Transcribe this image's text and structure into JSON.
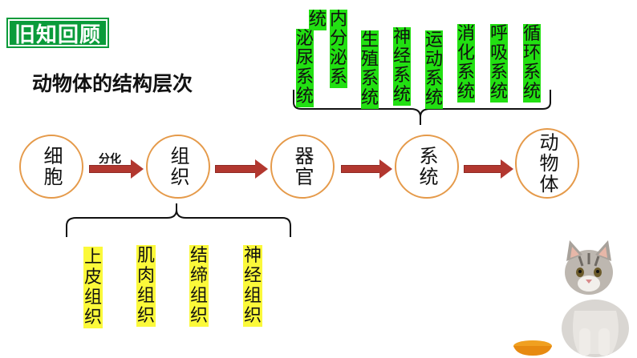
{
  "header": {
    "badge": "旧知回顾",
    "subtitle": "动物体的结构层次"
  },
  "flow": {
    "nodes": [
      "细胞",
      "组织",
      "器官",
      "系统",
      "动物体"
    ],
    "arrow_label": "分化"
  },
  "systems": {
    "items": [
      {
        "id": "urinary",
        "top": "统",
        "main": "泌尿系统"
      },
      {
        "id": "endocrine",
        "main": "内分泌系"
      },
      {
        "id": "reproductive",
        "main": "生殖系统"
      },
      {
        "id": "nervous",
        "main": "神经系统"
      },
      {
        "id": "locomotor",
        "main": "运动系统"
      },
      {
        "id": "digestive",
        "main": "消化系统"
      },
      {
        "id": "respiratory",
        "main": "呼吸系统"
      },
      {
        "id": "circulatory",
        "main": "循环系统"
      }
    ]
  },
  "tissues": {
    "items": [
      "上皮组织",
      "肌肉组织",
      "结缔组织",
      "神经组织"
    ]
  },
  "colors": {
    "system_highlight": "#22e012",
    "tissue_highlight": "#fbf93a",
    "arrow": "#b2372f",
    "node_border": "#e59a4a"
  },
  "illustration": {
    "icon": "kitten-icon"
  }
}
